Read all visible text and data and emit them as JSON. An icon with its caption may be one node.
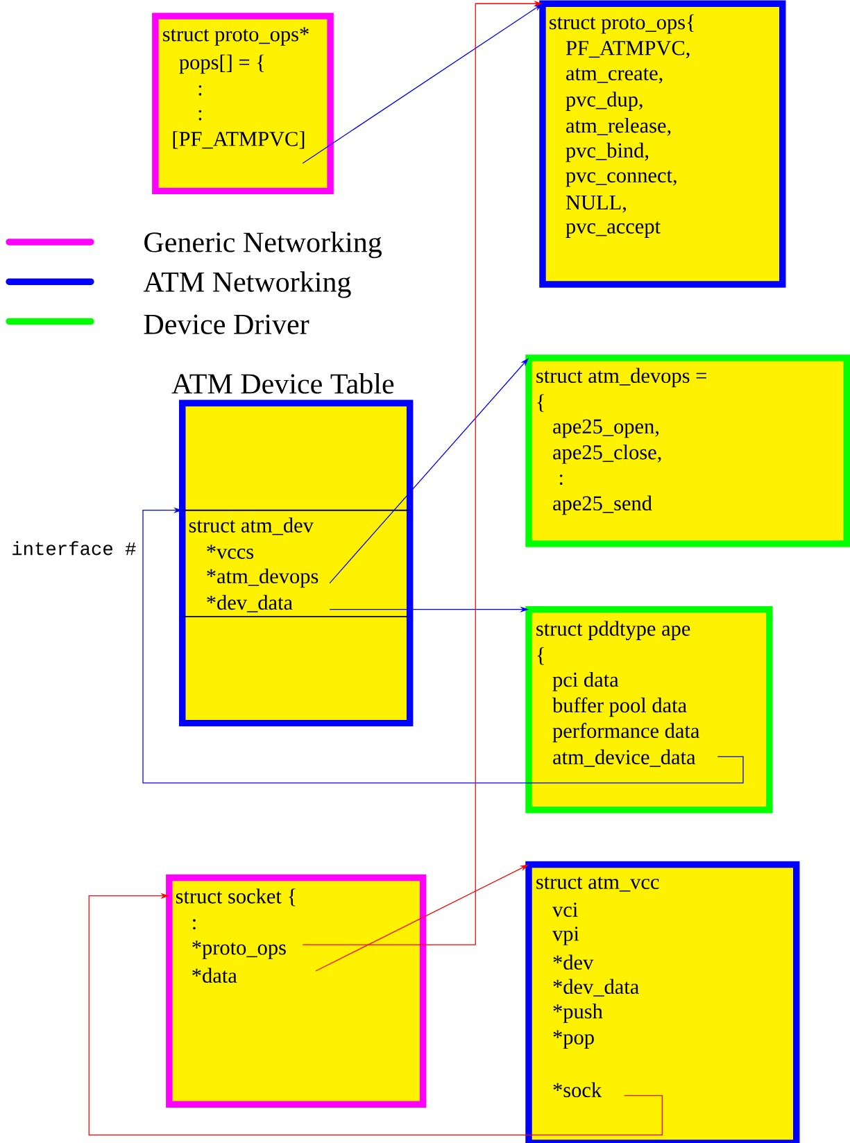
{
  "diagram": {
    "nodes": [
      {
        "text": [
          "struct proto_ops*",
          "pops[] = {",
          ":",
          ":",
          "[PF_ATMPVC]"
        ]
      },
      {
        "text": [
          "struct proto_ops{",
          "PF_ATMPVC,",
          "atm_create,",
          "pvc_dup,",
          "atm_release,",
          "pvc_bind,",
          "pvc_connect,",
          "NULL,",
          "pvc_accept"
        ]
      },
      {
        "text": [
          "ATM Device Table"
        ]
      },
      {
        "text": [
          "struct atm_dev",
          "*vccs",
          "*atm_devops",
          "*dev_data"
        ],
        "in": 2
      },
      {
        "text": [
          "struct atm_devops =",
          "{",
          "ape25_open,",
          "ape25_close,",
          ":",
          "ape25_send"
        ]
      },
      {
        "text": [
          "struct pddtype ape",
          "{",
          "pci data",
          "buffer pool data",
          "performance data",
          "atm_device_data"
        ]
      },
      {
        "text": [
          "struct socket {",
          ":",
          "*proto_ops",
          "*data"
        ]
      },
      {
        "text": [
          "struct atm_vcc",
          "vci",
          "vpi",
          "*dev",
          "*dev_data",
          "*push",
          "*pop",
          "*sock"
        ]
      }
    ],
    "edges": [
      {
        "from": 0,
        "to": 1,
        "arrow": "to"
      },
      {
        "from": 3,
        "to": 4,
        "arrow": "to"
      },
      {
        "from": 3,
        "to": 5,
        "arrow": "to"
      },
      {
        "from": 5,
        "to": 3,
        "arrow": "to"
      },
      {
        "from": 6,
        "to": 1,
        "arrow": "to",
        "color": "#ff0000"
      },
      {
        "from": 6,
        "to": 7,
        "arrow": "to",
        "color": "#ff0000"
      },
      {
        "from": 7,
        "to": 6,
        "arrow": "to",
        "color": "#ff0000"
      }
    ],
    "labels": [
      "interface #"
    ],
    "legend": [
      {
        "text": "Generic Networking",
        "color": "#ff00ff"
      },
      {
        "text": "ATM Networking",
        "color": "#0000ff"
      },
      {
        "text": "Device Driver",
        "color": "#00ff00"
      }
    ]
  }
}
